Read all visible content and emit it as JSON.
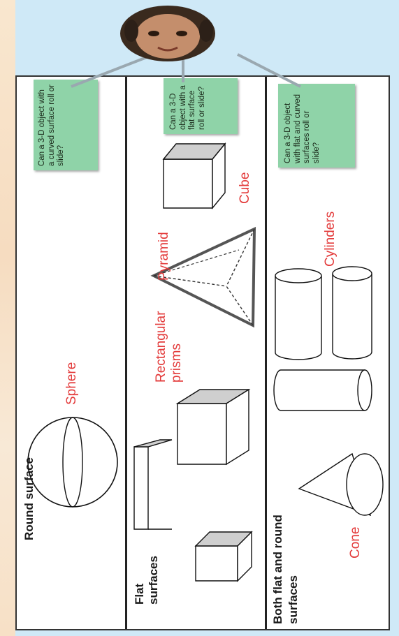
{
  "sections": {
    "round": {
      "title": "Round surface",
      "shape_labels": {
        "sphere": "Sphere"
      },
      "note": "Can a 3-D object with a curved surface roll or slide?"
    },
    "flat": {
      "title_line1": "Flat",
      "title_line2": "surfaces",
      "shape_labels": {
        "prisms_line1": "Rectangular",
        "prisms_line2": "prisms",
        "pyramid": "Pyramid",
        "cube": "Cube"
      },
      "note": "Can a 3-D object with a flat surface roll or slide?"
    },
    "both": {
      "title_line1": "Both flat and round",
      "title_line2": "surfaces",
      "shape_labels": {
        "cone": "Cone",
        "cylinders": "Cylinders"
      },
      "note": "Can a 3-D object with flat and curved surfaces roll or slide?"
    }
  },
  "colors": {
    "background": "#cfe9f7",
    "note_fill": "#8fd3a8",
    "label_red": "#e33b3b",
    "face_shade": "#cfcfcf"
  },
  "icons": [
    "speaker-avatar-icon"
  ]
}
